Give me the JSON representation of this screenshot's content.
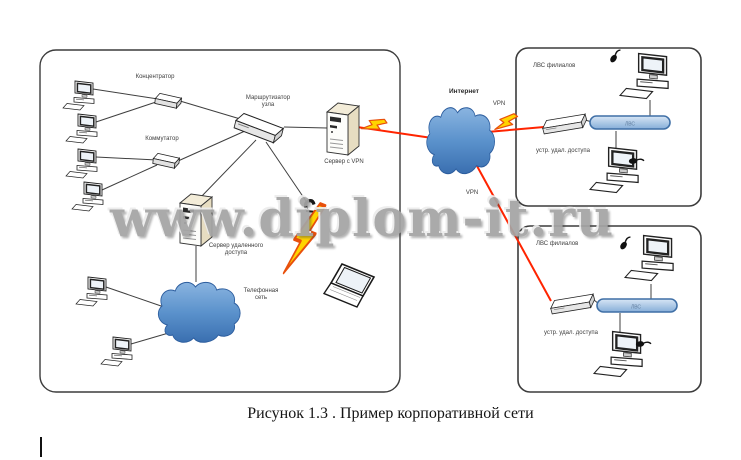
{
  "figure": {
    "caption": "Рисунок 1.3 . Пример корпоративной сети",
    "watermark": "www.diplom-it.ru"
  },
  "colors": {
    "wan_link_red": "#ff2400",
    "bolt_yellow": "#ffd400",
    "cloud_blue": "#5b92cc",
    "lan_segment_blue": "#a9c6e8",
    "watermark_gray": "#a4a4a4"
  },
  "main_office": {
    "hub_top_label": "Концентратор",
    "hub_bottom_label": "Коммутатор",
    "core_router_label": [
      "Маршрутизатор",
      "узла"
    ],
    "vpn_server_label": "Сервер с VPN",
    "ras_server_label": [
      "Сервер удаленного",
      "доступа"
    ],
    "phone_cloud_label": [
      "Телефонная",
      "сеть"
    ]
  },
  "wan": {
    "internet_label": "Интернет",
    "vpn_link_top_label": "VPN",
    "vpn_link_bottom_label": "VPN"
  },
  "branch_top": {
    "title": "ЛВС филиалов",
    "access_device_label": "устр. удал. доступа",
    "lan_segment_label": "ЛВС"
  },
  "branch_bottom": {
    "title": "ЛВС филиалов",
    "access_device_label": "устр. удал. доступа",
    "lan_segment_label": "ЛВС"
  }
}
